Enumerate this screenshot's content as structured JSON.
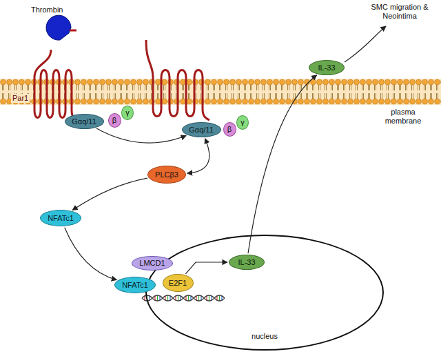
{
  "diagram": {
    "nodes": [
      {
        "text": [
          "Thrombin"
        ]
      },
      {
        "text": [
          "Par1"
        ]
      },
      {
        "text": [
          "Gαq/11"
        ]
      },
      {
        "text": [
          "β"
        ]
      },
      {
        "text": [
          "γ"
        ]
      },
      {
        "text": [
          "Gαq/11"
        ]
      },
      {
        "text": [
          "β"
        ]
      },
      {
        "text": [
          "γ"
        ]
      },
      {
        "text": [
          "PLCβ3"
        ]
      },
      {
        "text": [
          "NFATc1"
        ]
      },
      {
        "text": [
          "nucleus"
        ]
      },
      {
        "text": [
          "LMCD1"
        ],
        "in": 10
      },
      {
        "text": [
          "NFATc1"
        ],
        "in": 10
      },
      {
        "text": [
          "E2F1"
        ],
        "in": 10
      },
      {
        "text": [
          "IL-33"
        ],
        "in": 10
      },
      {
        "text": [
          "IL-33"
        ]
      }
    ],
    "edges": [
      {
        "from": 2,
        "to": 5,
        "arrow": "to"
      },
      {
        "from": 5,
        "to": 8,
        "arrow": "both"
      },
      {
        "from": 8,
        "to": 9,
        "arrow": "to"
      },
      {
        "from": 9,
        "to": 12,
        "arrow": "to"
      },
      {
        "from": 13,
        "to": 14,
        "arrow": "to"
      },
      {
        "from": 14,
        "to": 15,
        "arrow": "to"
      }
    ],
    "labels": [
      "plasma membrane",
      "SMC migration & Neointima"
    ]
  }
}
